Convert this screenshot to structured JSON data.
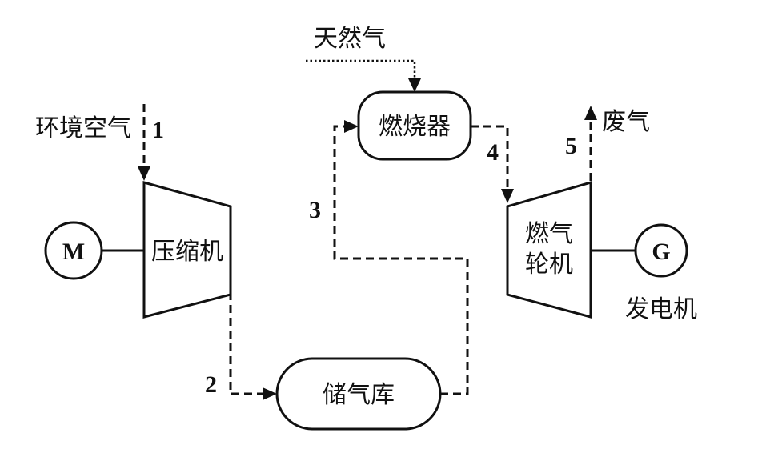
{
  "inputs": {
    "ambient_air": "环境空气",
    "natural_gas": "天然气",
    "exhaust": "废气"
  },
  "components": {
    "motor_symbol": "M",
    "compressor": "压缩机",
    "storage": "储气库",
    "combustor": "燃烧器",
    "turbine_line1": "燃气",
    "turbine_line2": "轮机",
    "generator_symbol": "G",
    "generator": "发电机"
  },
  "stations": [
    "1",
    "2",
    "3",
    "4",
    "5"
  ]
}
